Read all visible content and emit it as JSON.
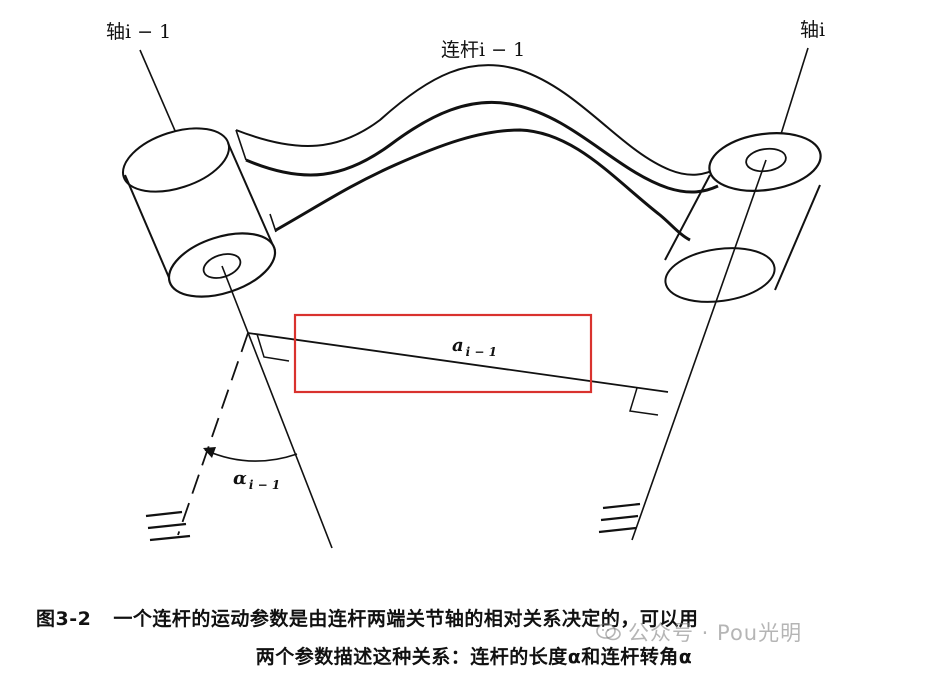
{
  "labels": {
    "axis_left": "轴i − 1",
    "axis_right": "轴i",
    "link": "连杆i − 1",
    "length": "a",
    "length_sub": "i − 1",
    "twist": "α",
    "twist_sub": "i − 1"
  },
  "caption": {
    "label": "图3-2",
    "line1": "一个连杆的运动参数是由连杆两端关节轴的相对关系决定的，可以用",
    "line2": "两个参数描述这种关系：连杆的长度α和连杆转角α"
  },
  "watermark": {
    "text": "公众号 · Pou光明"
  },
  "colors": {
    "highlight_box": "#d9322e",
    "ink": "#111111",
    "watermark": "#8a8a8a"
  }
}
